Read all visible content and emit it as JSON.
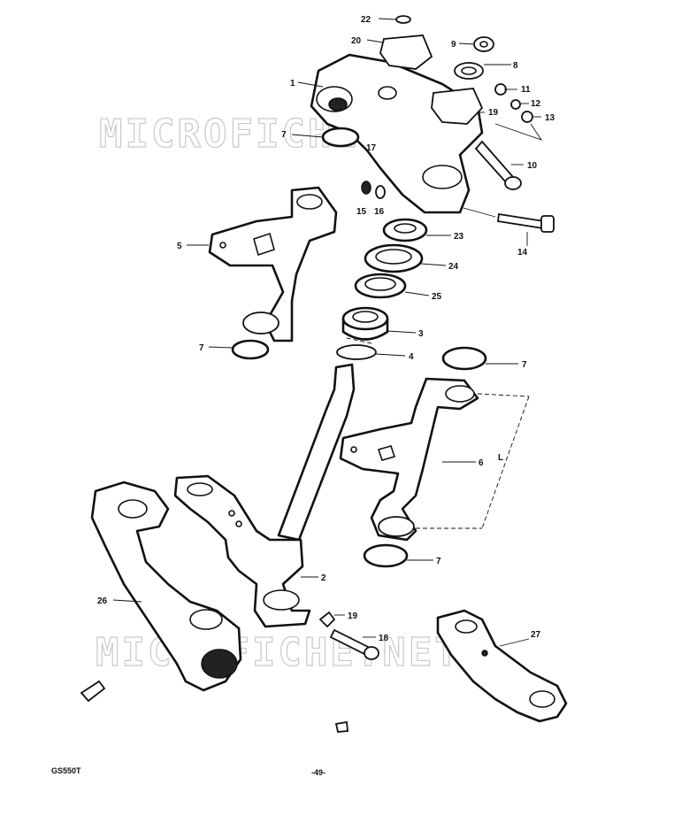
{
  "watermark": "MICROFICHE.NET",
  "footer": {
    "model": "GS550T",
    "page": "-49-"
  },
  "callouts": {
    "c22": "22",
    "c20": "20",
    "c9": "9",
    "c8": "8",
    "c1": "1",
    "c11": "11",
    "c12": "12",
    "c19a": "19",
    "c13": "13",
    "c7a": "7",
    "c17": "17",
    "c10": "10",
    "c15": "15",
    "c16": "16",
    "c14": "14",
    "c5": "5",
    "c23": "23",
    "c24": "24",
    "c25": "25",
    "c3": "3",
    "c7b": "7",
    "c4": "4",
    "c7c": "7",
    "c6": "6",
    "cL": "L",
    "c7d": "7",
    "c26": "26",
    "c2": "2",
    "c19b": "19",
    "c18": "18",
    "c27": "27"
  },
  "colors": {
    "ink": "#111111",
    "paper": "#ffffff",
    "watermark": "#c9c9c9"
  }
}
